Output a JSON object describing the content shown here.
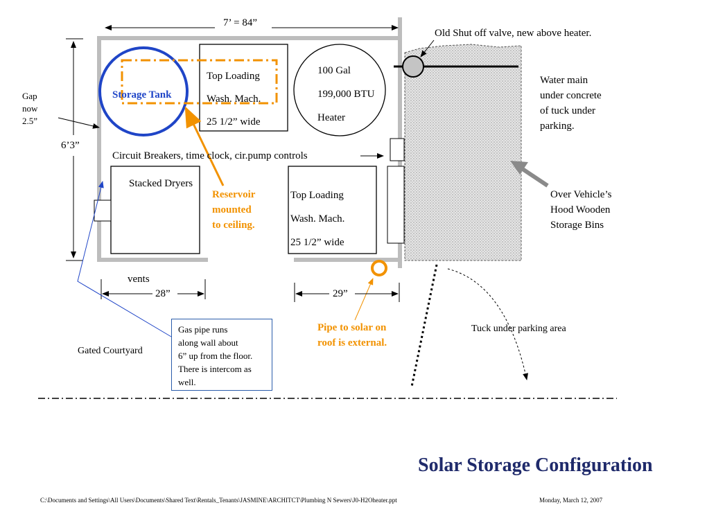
{
  "colors": {
    "wall": "#bdbdbd",
    "blue": "#1f45c7",
    "orange": "#f29200",
    "title": "#1f2a6b",
    "hatch": "#cfcfcf"
  },
  "labels": {
    "width_dim": "7’ = 84”",
    "old_valve": "Old Shut off valve, new above heater.",
    "gap": [
      "Gap",
      "now",
      "2.5”"
    ],
    "height_dim": "6’3”",
    "storage_tank": "Storage Tank",
    "washer_top": [
      "Top Loading",
      "Wash. Mach.",
      "25 1/2” wide"
    ],
    "heater": [
      "100 Gal",
      "199,000 BTU",
      "Heater"
    ],
    "water_main": [
      "Water main",
      "under concrete",
      "of tuck under",
      "parking."
    ],
    "circuit": "Circuit Breakers, time clock, cir.pump controls",
    "dryers": "Stacked Dryers",
    "reservoir": [
      "Reservoir",
      "mounted",
      "to ceiling."
    ],
    "washer_bottom": [
      "Top Loading",
      "Wash. Mach.",
      "25 1/2” wide"
    ],
    "bins": [
      "Over Vehicle’s",
      "Hood Wooden",
      "Storage Bins"
    ],
    "vents": "vents",
    "dim_28": "28”",
    "dim_29": "29”",
    "gas_note": [
      "Gas pipe runs",
      "along wall about",
      "6” up from the floor.",
      "There is intercom as",
      "well."
    ],
    "pipe_solar": [
      "Pipe to solar on",
      "roof is external."
    ],
    "parking": "Tuck under parking area",
    "courtyard": "Gated Courtyard",
    "title": "Solar Storage Configuration",
    "footer_path": "C:\\Documents and Settings\\All Users\\Documents\\Shared Text\\Rentals_Tenants\\JASMINE\\ARCHITCT\\Plumbing N Sewers\\J0-H2Oheater.ppt",
    "footer_date": "Monday, March 12, 2007"
  }
}
